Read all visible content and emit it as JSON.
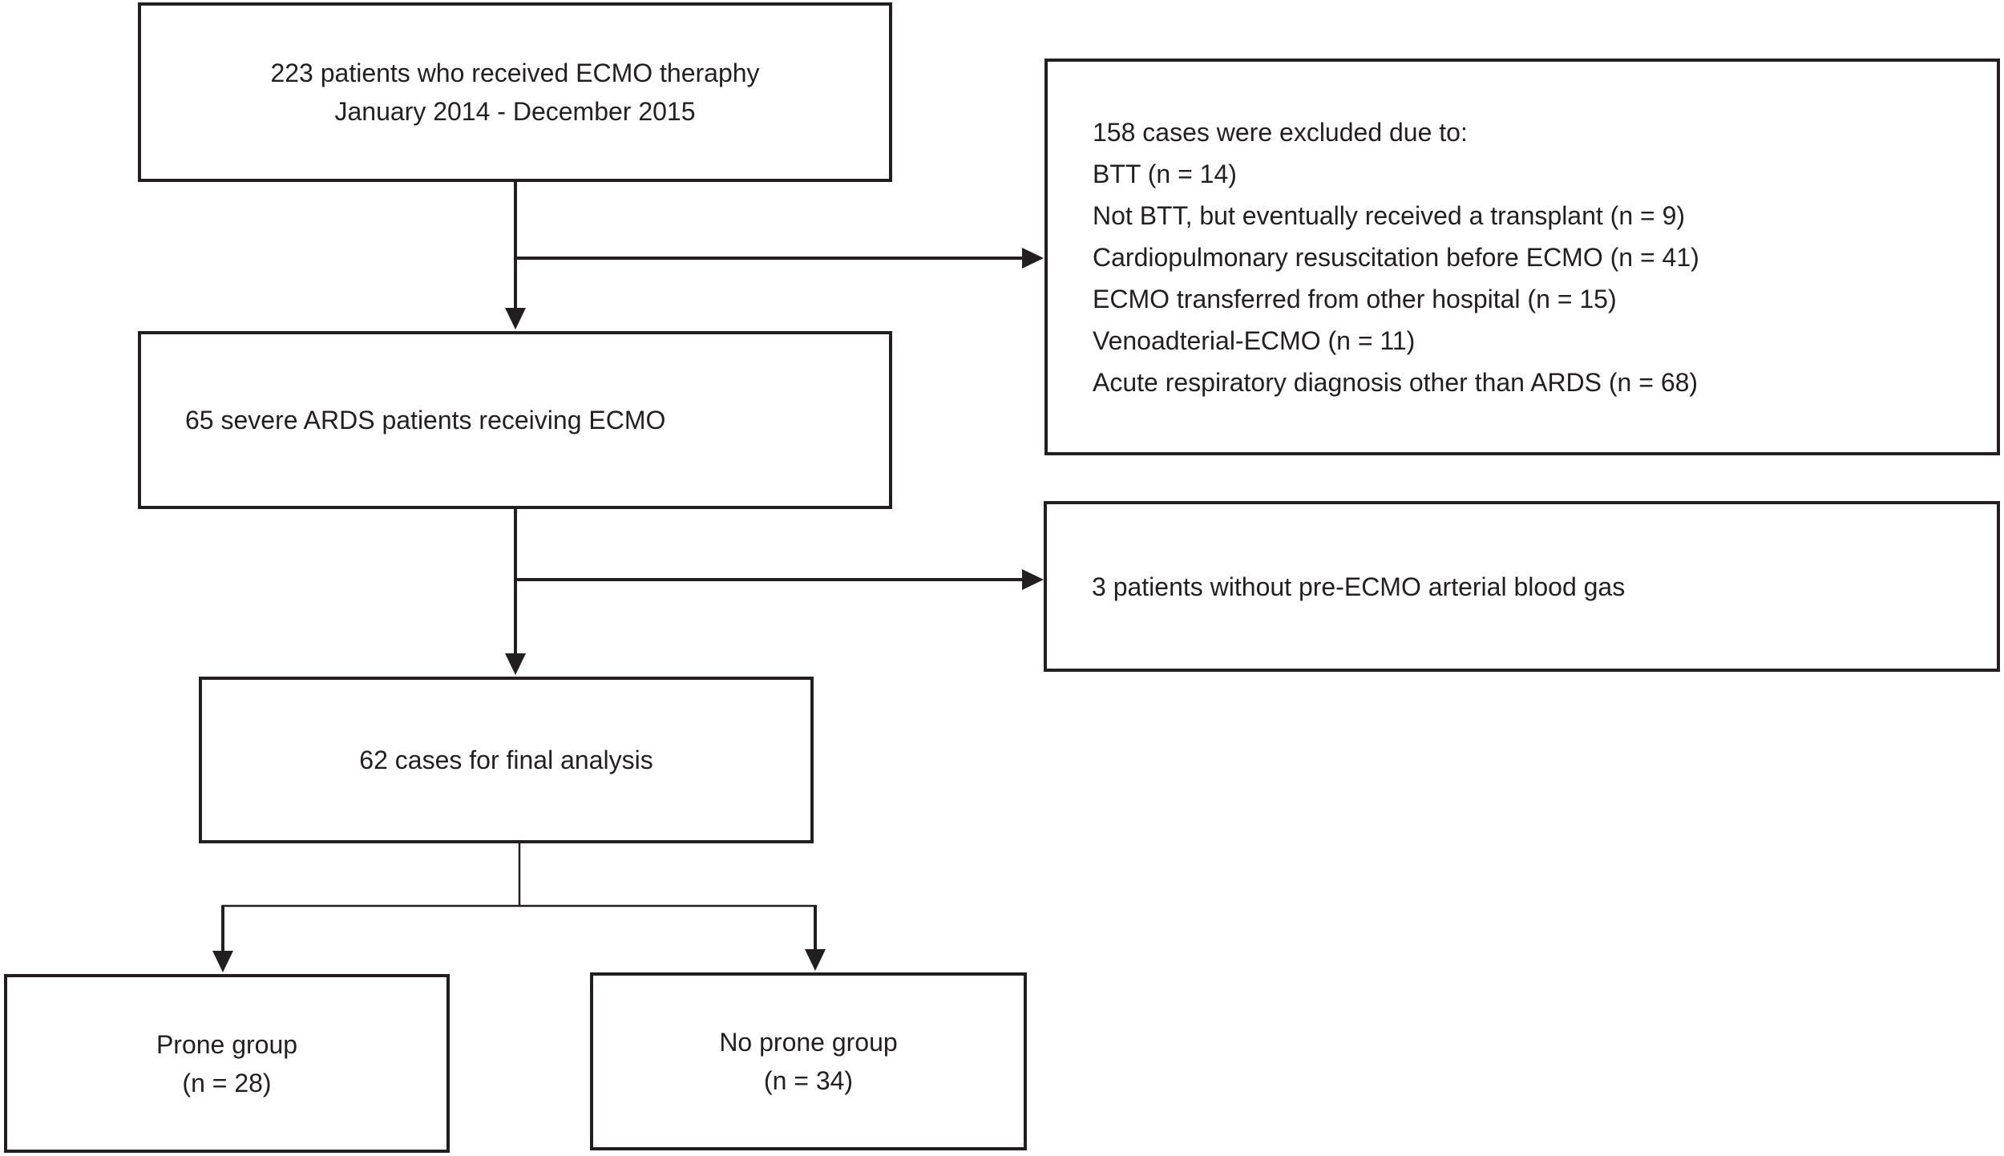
{
  "diagram": {
    "boxes": {
      "enrolled": {
        "lines": [
          "223 patients who received ECMO theraphy",
          "January 2014 - December 2015"
        ]
      },
      "excluded_stage1": {
        "lines": [
          "158 cases were excluded due to:",
          "BTT (n = 14)",
          "Not BTT, but eventually received a transplant (n = 9)",
          "Cardiopulmonary resuscitation before ECMO (n = 41)",
          "ECMO transferred from other hospital (n = 15)",
          "Venoadterial-ECMO (n = 11)",
          "Acute respiratory diagnosis other than ARDS (n = 68)"
        ]
      },
      "severe_ards": {
        "lines": [
          "65 severe ARDS patients receiving ECMO"
        ]
      },
      "excluded_stage2": {
        "lines": [
          "3 patients without pre-ECMO arterial blood gas"
        ]
      },
      "final_analysis": {
        "lines": [
          "62 cases for final analysis"
        ]
      },
      "prone_group": {
        "lines": [
          "Prone group",
          "(n = 28)"
        ]
      },
      "no_prone_group": {
        "lines": [
          "No prone group",
          "(n = 34)"
        ]
      }
    },
    "counts": {
      "enrolled": 223,
      "excluded_stage1_total": 158,
      "btt": 14,
      "not_btt_transplant": 9,
      "cpr_before_ecmo": 41,
      "transferred_other_hospital": 15,
      "venoarterial_ecmo": 11,
      "other_diagnosis": 68,
      "severe_ards": 65,
      "no_pre_ecmo_abg": 3,
      "final_analysis": 62,
      "prone": 28,
      "no_prone": 34
    },
    "colors": {
      "ink": "#231f20",
      "background": "#ffffff"
    }
  }
}
